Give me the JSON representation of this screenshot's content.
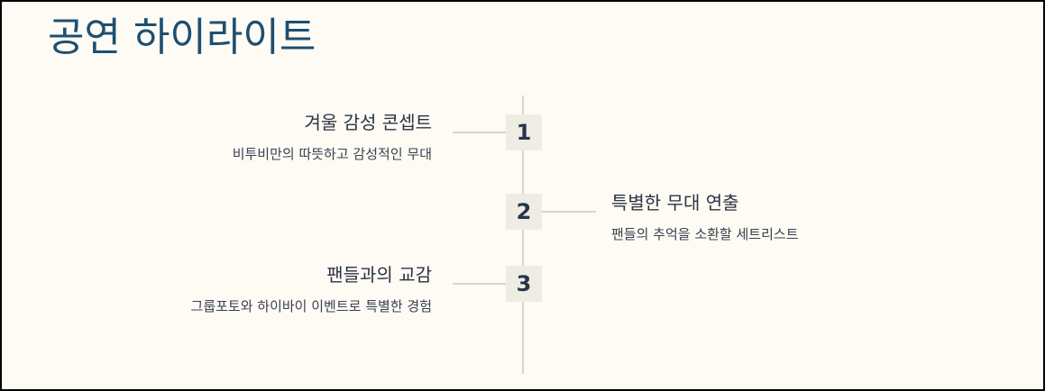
{
  "page": {
    "title": "공연 하이라이트"
  },
  "timeline": [
    {
      "number": "1",
      "side": "left",
      "title": "겨울 감성 콘셉트",
      "description": "비투비만의 따뜻하고 감성적인 무대"
    },
    {
      "number": "2",
      "side": "right",
      "title": "특별한 무대 연출",
      "description": "팬들의 추억을 소환할 세트리스트"
    },
    {
      "number": "3",
      "side": "left",
      "title": "팬들과의 교감",
      "description": "그룹포토와 하이바이 이벤트로 특별한 경험"
    }
  ],
  "colors": {
    "background": "#fdfbf4",
    "title": "#1d4f72",
    "line": "#d9d4c5",
    "node_fill": "#efede3",
    "text": "#2c3341"
  }
}
